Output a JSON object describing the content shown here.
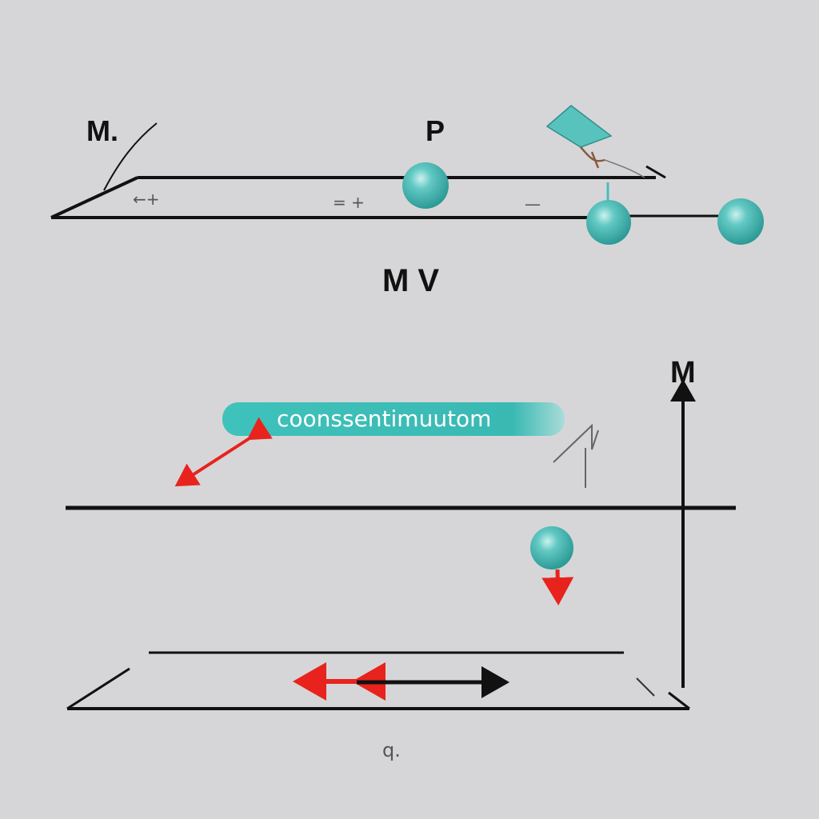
{
  "labels": {
    "top_left": "M.",
    "top_mid": "P",
    "center": "M V",
    "right_axis": "M",
    "bottom_glyph": "q."
  },
  "scribbles": {
    "a": "←+",
    "b": "= +",
    "c": "—"
  },
  "pill": {
    "text": "coonssentimuutom"
  },
  "colors": {
    "background": "#d6d6d8",
    "ink": "#111111",
    "ball": "#4cbcb8",
    "pill": "#3ebeb8",
    "arrow": "#e8231d"
  }
}
